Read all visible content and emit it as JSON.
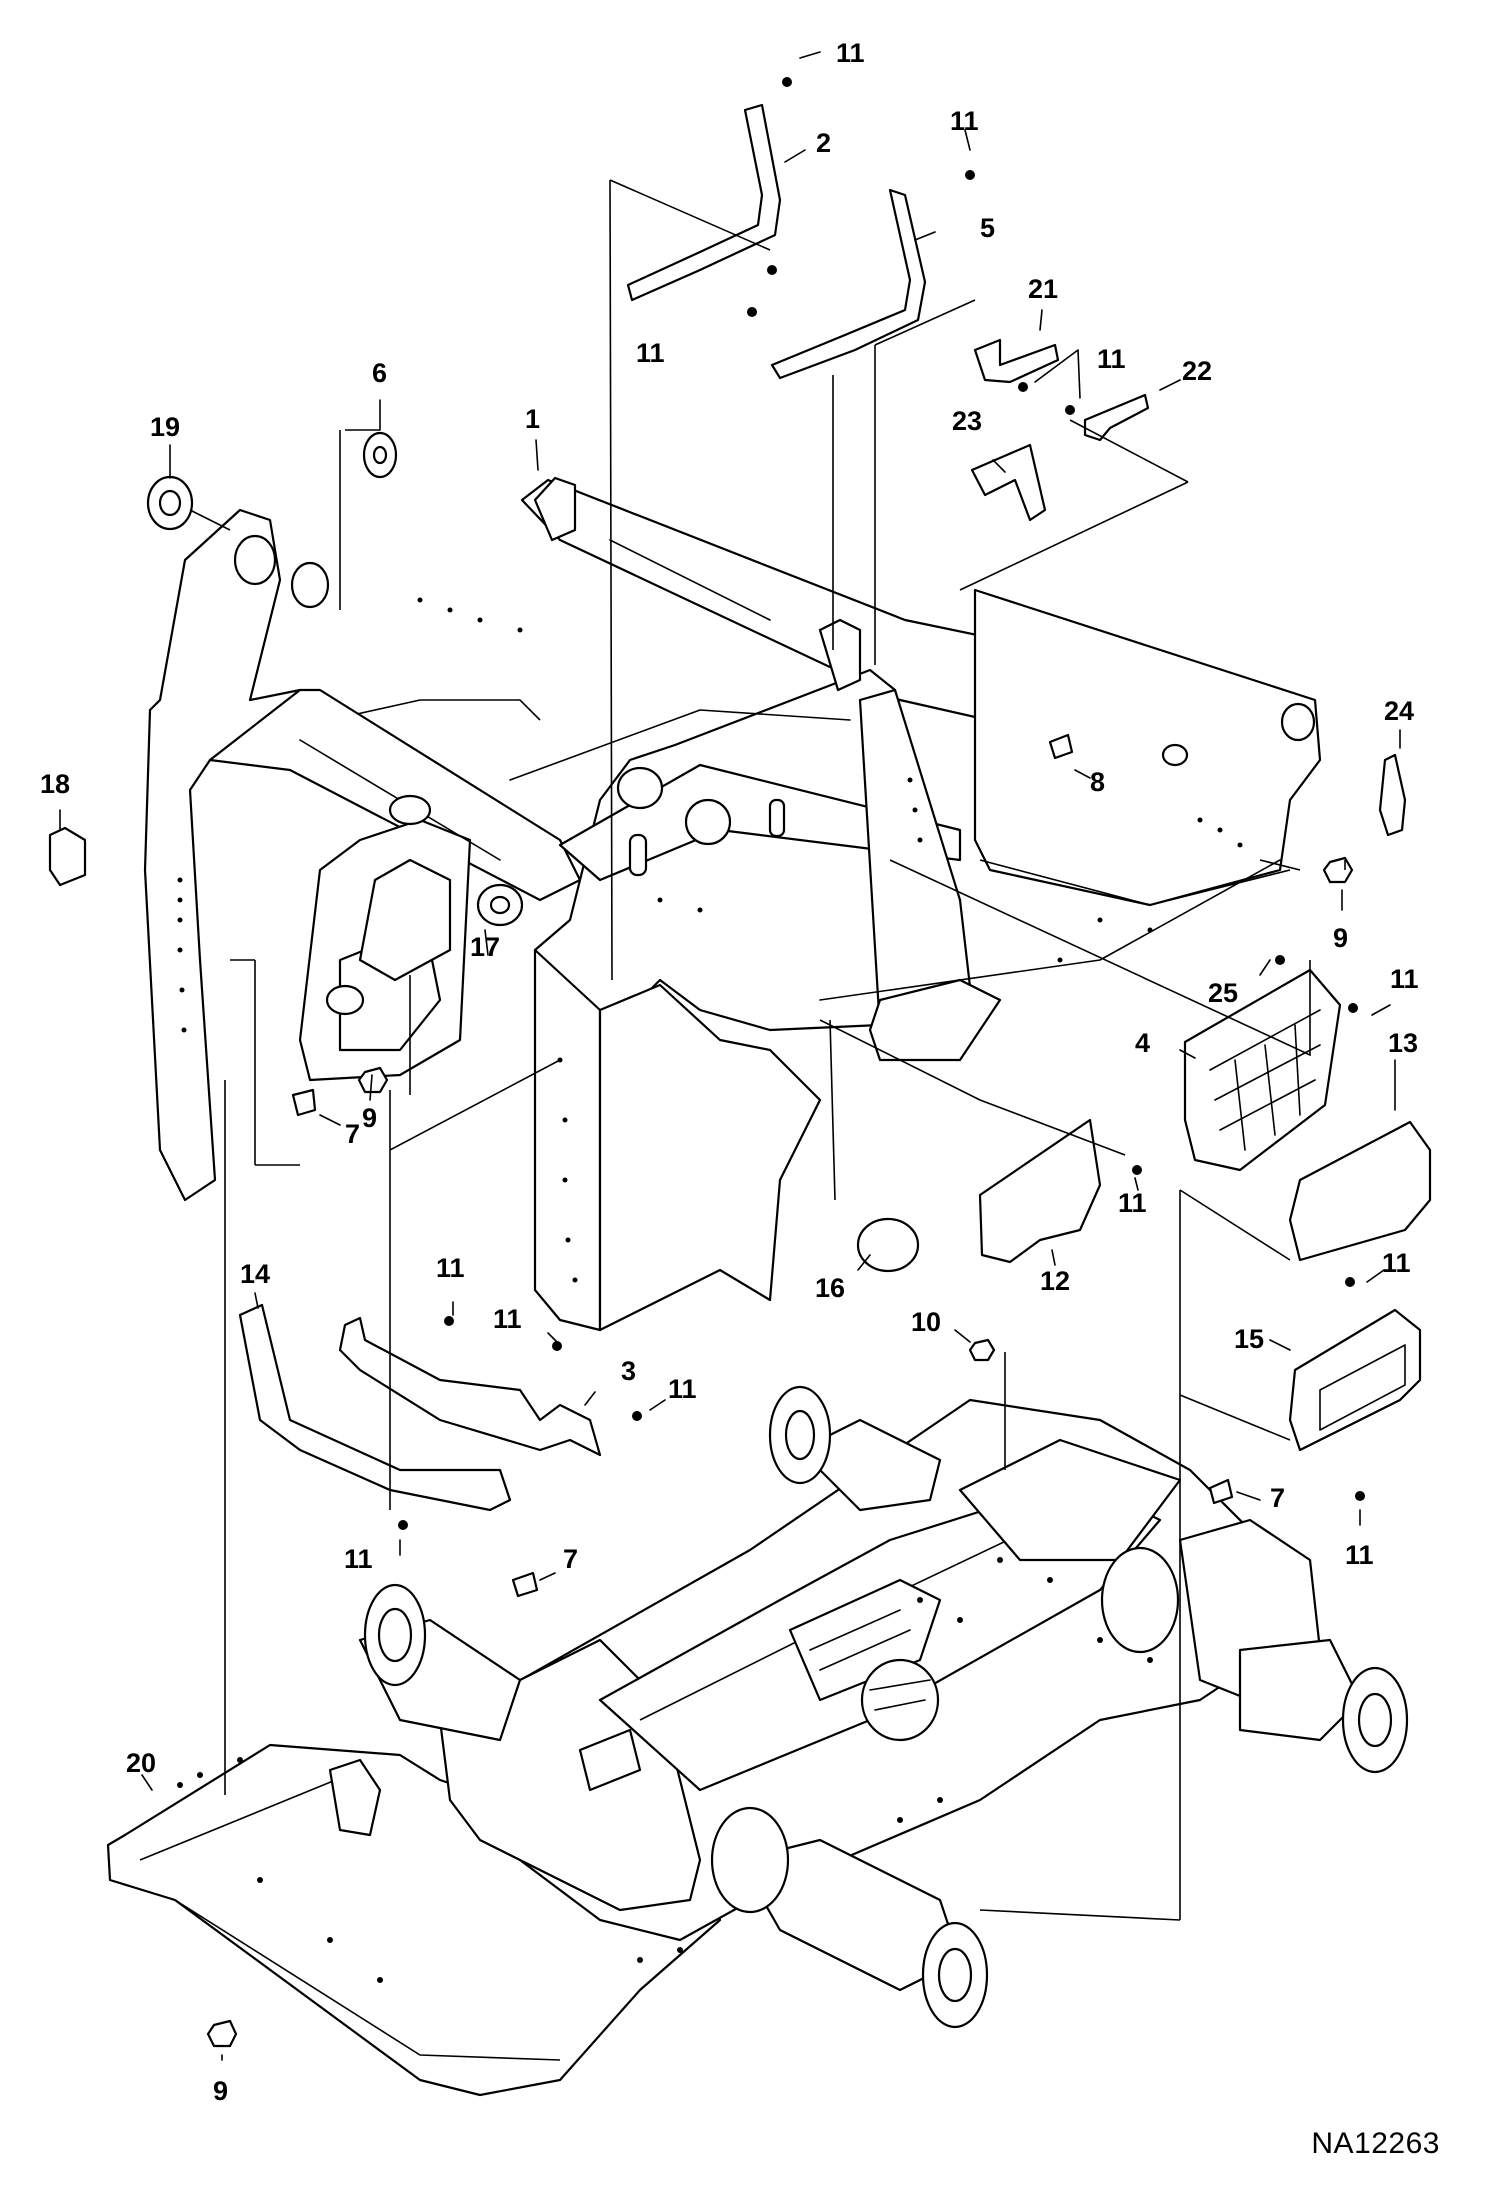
{
  "drawing_number": "NA12263",
  "callouts": [
    {
      "id": "c-11-top",
      "text": "11"
    },
    {
      "id": "c-2",
      "text": "2"
    },
    {
      "id": "c-11-b",
      "text": "11"
    },
    {
      "id": "c-5",
      "text": "5"
    },
    {
      "id": "c-21",
      "text": "21"
    },
    {
      "id": "c-11-c",
      "text": "11"
    },
    {
      "id": "c-11-d",
      "text": "11"
    },
    {
      "id": "c-22",
      "text": "22"
    },
    {
      "id": "c-6",
      "text": "6"
    },
    {
      "id": "c-19",
      "text": "19"
    },
    {
      "id": "c-1",
      "text": "1"
    },
    {
      "id": "c-23",
      "text": "23"
    },
    {
      "id": "c-24",
      "text": "24"
    },
    {
      "id": "c-8",
      "text": "8"
    },
    {
      "id": "c-18",
      "text": "18"
    },
    {
      "id": "c-9-a",
      "text": "9"
    },
    {
      "id": "c-17",
      "text": "17"
    },
    {
      "id": "c-25",
      "text": "25"
    },
    {
      "id": "c-11-e",
      "text": "11"
    },
    {
      "id": "c-4",
      "text": "4"
    },
    {
      "id": "c-13",
      "text": "13"
    },
    {
      "id": "c-9-b",
      "text": "9"
    },
    {
      "id": "c-7-a",
      "text": "7"
    },
    {
      "id": "c-11-f",
      "text": "11"
    },
    {
      "id": "c-12",
      "text": "12"
    },
    {
      "id": "c-11-g",
      "text": "11"
    },
    {
      "id": "c-16",
      "text": "16"
    },
    {
      "id": "c-14",
      "text": "14"
    },
    {
      "id": "c-11-h",
      "text": "11"
    },
    {
      "id": "c-11-i",
      "text": "11"
    },
    {
      "id": "c-10",
      "text": "10"
    },
    {
      "id": "c-15",
      "text": "15"
    },
    {
      "id": "c-3",
      "text": "3"
    },
    {
      "id": "c-11-j",
      "text": "11"
    },
    {
      "id": "c-7-b",
      "text": "7"
    },
    {
      "id": "c-11-k",
      "text": "11"
    },
    {
      "id": "c-7-c",
      "text": "7"
    },
    {
      "id": "c-11-l",
      "text": "11"
    },
    {
      "id": "c-20",
      "text": "20"
    },
    {
      "id": "c-9-c",
      "text": "9"
    }
  ]
}
